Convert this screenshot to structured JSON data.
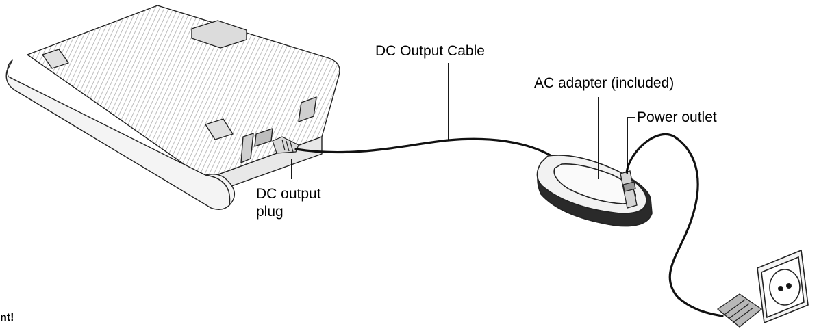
{
  "labels": {
    "dc_output_cable": "DC Output Cable",
    "ac_adapter": "AC adapter (included)",
    "power_outlet": "Power outlet",
    "dc_output_plug_line1": "DC output",
    "dc_output_plug_line2": "plug"
  },
  "note_fragment": "nt!"
}
